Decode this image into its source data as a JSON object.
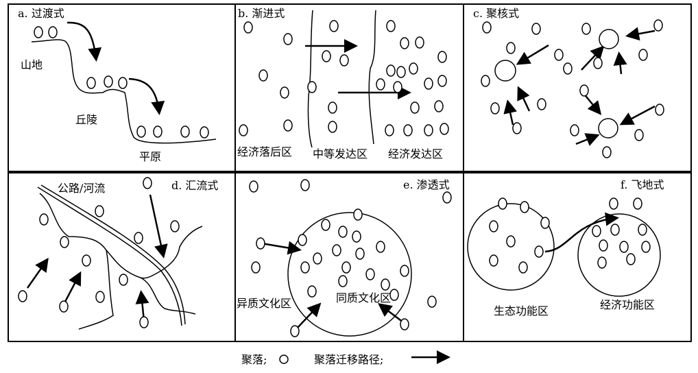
{
  "panels": {
    "a": {
      "title": "a. 过渡式",
      "labels": [
        "山地",
        "丘陵",
        "平原"
      ]
    },
    "b": {
      "title": "b. 渐进式",
      "labels": [
        "经济落后区",
        "中等发达区",
        "经济发达区"
      ]
    },
    "c": {
      "title": "c. 聚核式"
    },
    "d": {
      "title": "d. 汇流式",
      "labels": [
        "公路/河流"
      ]
    },
    "e": {
      "title": "e. 渗透式",
      "labels": [
        "异质文化区",
        "同质文化区"
      ]
    },
    "f": {
      "title": "f. 飞地式",
      "labels": [
        "生态功能区",
        "经济功能区"
      ]
    }
  },
  "legend": {
    "settlement": "聚落;",
    "migration_path": "聚落迁移路径;"
  }
}
